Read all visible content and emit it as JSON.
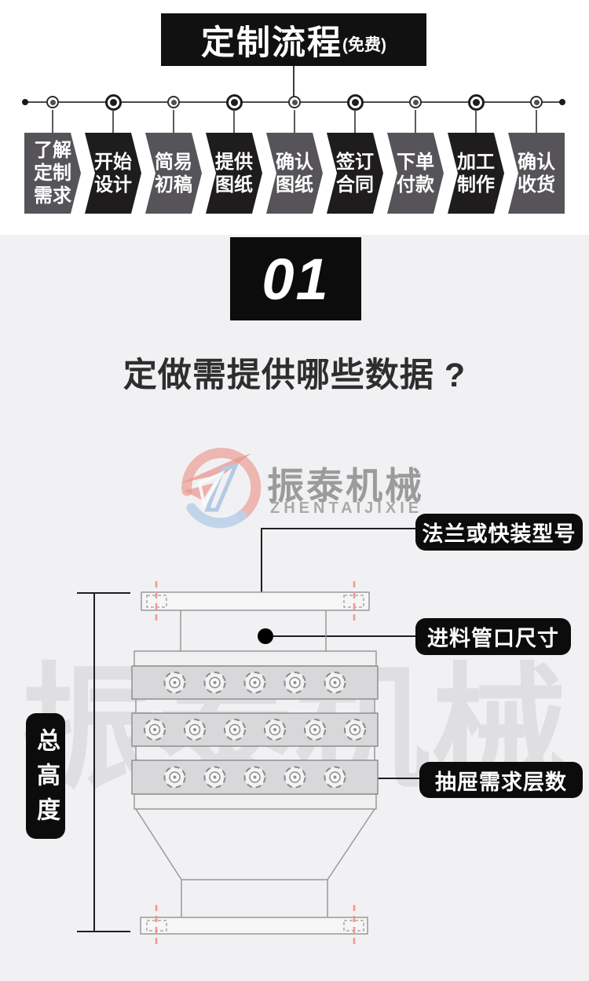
{
  "banner": {
    "title": "定制流程",
    "free_note": "(免费)"
  },
  "process_steps": [
    {
      "label": "了解定制需求",
      "lines": [
        "了解",
        "定制",
        "需求"
      ],
      "variant": "gray"
    },
    {
      "label": "开始设计",
      "lines": [
        "开始",
        "设计"
      ],
      "variant": "dark"
    },
    {
      "label": "简易初稿",
      "lines": [
        "简易",
        "初稿"
      ],
      "variant": "gray"
    },
    {
      "label": "提供图纸",
      "lines": [
        "提供",
        "图纸"
      ],
      "variant": "dark"
    },
    {
      "label": "确认图纸",
      "lines": [
        "确认",
        "图纸"
      ],
      "variant": "gray"
    },
    {
      "label": "签订合同",
      "lines": [
        "签订",
        "合同"
      ],
      "variant": "dark"
    },
    {
      "label": "下单付款",
      "lines": [
        "下单",
        "付款"
      ],
      "variant": "gray"
    },
    {
      "label": "加工制作",
      "lines": [
        "加工",
        "制作"
      ],
      "variant": "dark"
    },
    {
      "label": "确认收货",
      "lines": [
        "确认",
        "收货"
      ],
      "variant": "gray"
    }
  ],
  "section": {
    "step_number": "01",
    "question_title": "定做需提供哪些数据 ?"
  },
  "brand": {
    "name": "振泰机械",
    "latin": "ZHENTAIJIXIE",
    "watermark": "振泰机械"
  },
  "diagram": {
    "callouts": {
      "flange": "法兰或快装型号",
      "inlet": "进料管口尺寸",
      "drawers": "抽屉需求层数",
      "total_height": "总高度"
    },
    "drawer_rows": [
      {
        "knobs": 5
      },
      {
        "knobs": 6
      },
      {
        "knobs": 5
      }
    ]
  },
  "colors": {
    "banner_bg": "#111111",
    "step_gray": "#565458",
    "step_dark": "#1e1c1d",
    "section_bg": "#f1f1f3",
    "callout_bg": "#0c0c0c",
    "accent_red": "#f0988f",
    "band_fill": "#d8d8da",
    "line_gray": "#9a9a9a"
  }
}
